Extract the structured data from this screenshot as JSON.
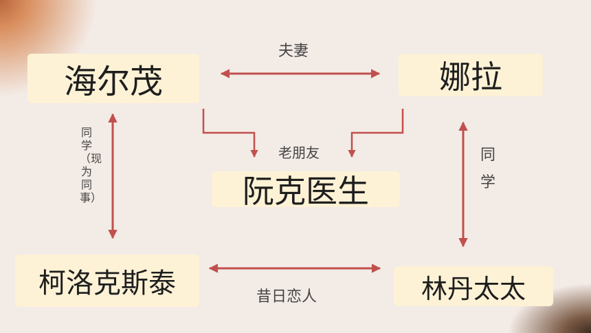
{
  "nodes": {
    "haier": "海尔茂",
    "nala": "娜拉",
    "ruanke": "阮克医生",
    "kerok": "柯洛克斯泰",
    "linden": "林丹太太"
  },
  "relations": {
    "fuqi": "夫妻",
    "laopengyou": "老朋友",
    "xiri": "昔日恋人",
    "tongxue_left": "同学（现为同事）",
    "tongxue_right": "同学"
  },
  "colors": {
    "arrow": "#c0504d",
    "node_fill": "#fdf2d6",
    "background": "#f3ebe6"
  }
}
